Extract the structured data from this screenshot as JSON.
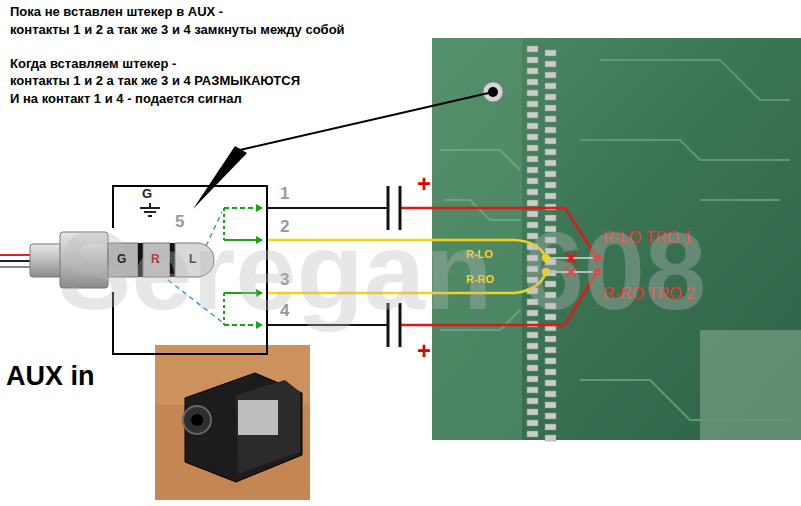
{
  "diagram": {
    "nodes": [
      {
        "text": [
          "G",
          "5"
        ]
      }
    ],
    "labels": [
      "Пока не вставлен штекер в AUX -",
      "контакты 1 и 2 а так же 3 и 4 замкнуты между собой",
      "Когда вставляем штекер -",
      "контакты 1 и 2 а так же 3 и 4 РАЗМЫКАЮТСЯ",
      "И на контакт 1 и 4 - подается сигнал",
      "1",
      "2",
      "3",
      "4",
      "+",
      "+",
      "R-LO",
      "R-RO",
      "R-LO TRO 1",
      "R-RO TRO 2",
      "G",
      "R",
      "L",
      "AUX in",
      "Seregan 608"
    ]
  }
}
